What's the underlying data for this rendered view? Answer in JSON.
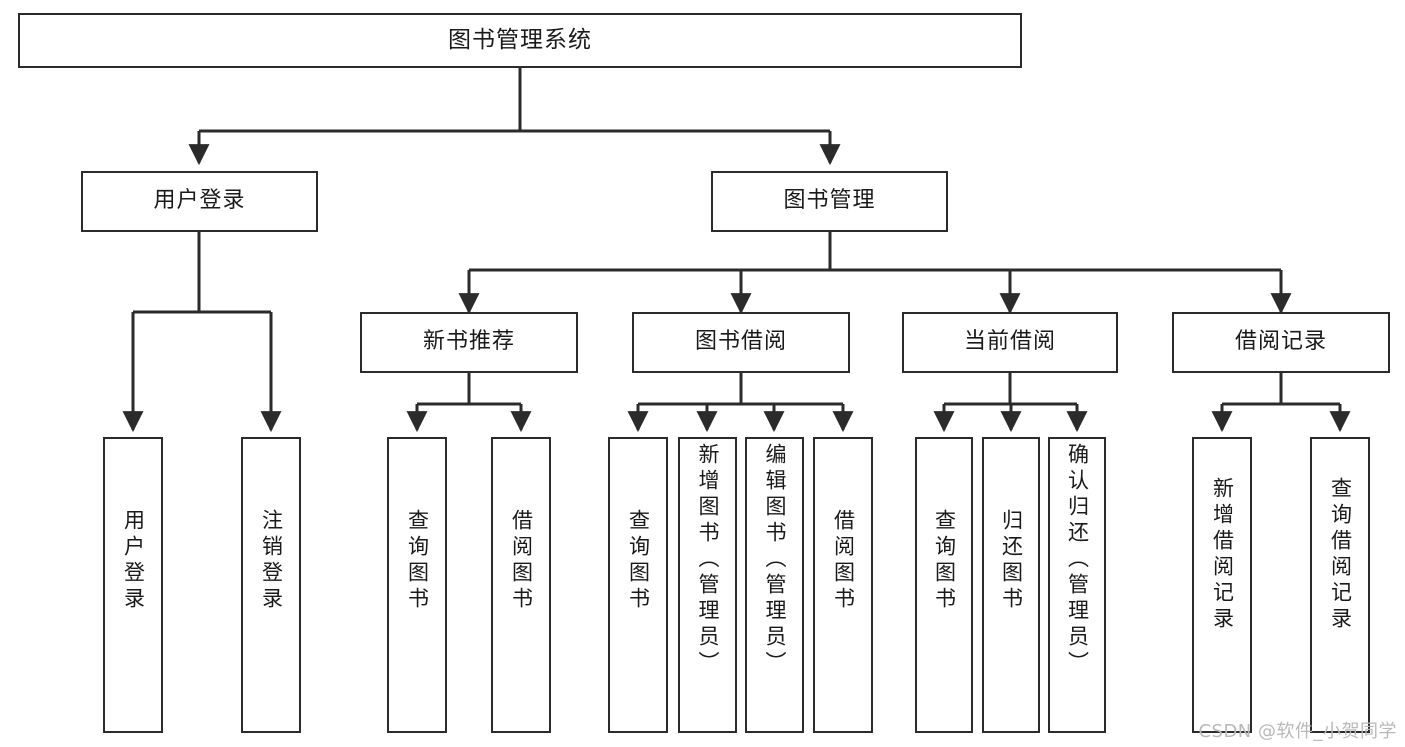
{
  "diagram": {
    "title": "图书管理系统",
    "type": "tree-hierarchy-chart",
    "watermark": "CSDN @软件_小贺同学",
    "root": {
      "label": "图书管理系统"
    },
    "level2": [
      {
        "label": "用户登录"
      },
      {
        "label": "图书管理"
      }
    ],
    "level3": [
      {
        "label": "新书推荐"
      },
      {
        "label": "图书借阅"
      },
      {
        "label": "当前借阅"
      },
      {
        "label": "借阅记录"
      }
    ],
    "leaves": {
      "user_login": [
        {
          "label": "用户登录"
        },
        {
          "label": "注销登录"
        }
      ],
      "new_book_recommend": [
        {
          "label": "查询图书"
        },
        {
          "label": "借阅图书"
        }
      ],
      "book_borrow": [
        {
          "label": "查询图书"
        },
        {
          "label": "新增图书（管理员）"
        },
        {
          "label": "编辑图书（管理员）"
        },
        {
          "label": "借阅图书"
        }
      ],
      "current_borrow": [
        {
          "label": "查询图书"
        },
        {
          "label": "归还图书"
        },
        {
          "label": "确认归还（管理员）"
        }
      ],
      "borrow_records": [
        {
          "label": "新增借阅记录"
        },
        {
          "label": "查询借阅记录"
        }
      ]
    },
    "colors": {
      "stroke": "#2b2b2b",
      "fill": "#ffffff",
      "text": "#1a1a1a",
      "watermark": "#b9b9b9"
    }
  }
}
